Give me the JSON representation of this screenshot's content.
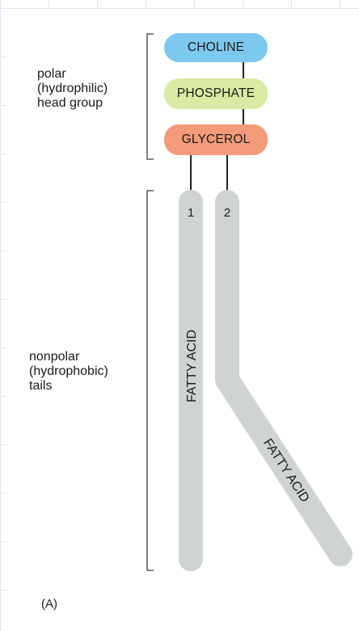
{
  "head_label": "polar\n(hydrophilic)\nhead group",
  "tail_label": "nonpolar\n(hydrophobic)\ntails",
  "pills": {
    "choline": "CHOLINE",
    "phosphate": "PHOSPHATE",
    "glycerol": "GLYCEROL"
  },
  "tails": {
    "tail1_number": "1",
    "tail2_number": "2",
    "tail1_label": "FATTY ACID",
    "tail2_label": "FATTY ACID"
  },
  "panel_label": "(A)",
  "colors": {
    "choline": "#7dc8ee",
    "phosphate": "#d9eaa2",
    "glycerol": "#f29a7a",
    "tail": "#cfd3d4",
    "grid": "#d9e4f0"
  }
}
